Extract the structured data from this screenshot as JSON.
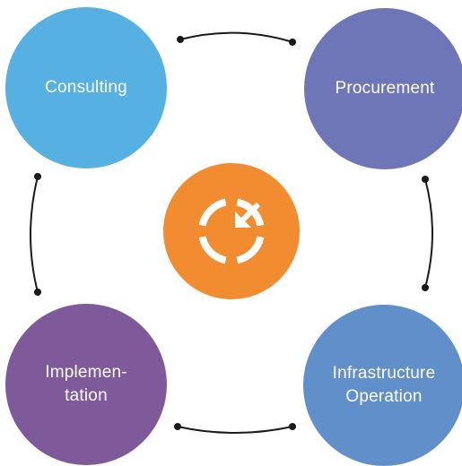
{
  "nodes": [
    {
      "id": "consulting",
      "label": "Consulting",
      "color": "#56B0E2"
    },
    {
      "id": "procurement",
      "label": "Procurement",
      "color": "#6F76B8"
    },
    {
      "id": "implementation",
      "label": "Implemen-\ntation",
      "color": "#7E5A9B"
    },
    {
      "id": "infrastructure",
      "label": "Infrastructure\nOperation",
      "color": "#618FC9"
    }
  ],
  "hub": {
    "icon": "cycle-refresh-icon",
    "color": "#F28C30",
    "icon_color": "#ffffff"
  },
  "connector_color": "#1a1a1a"
}
